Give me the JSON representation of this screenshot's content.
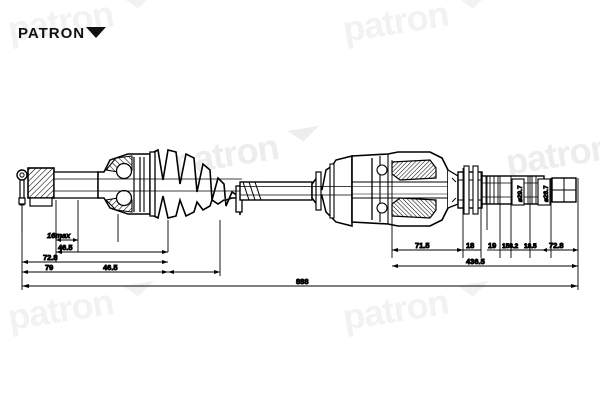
{
  "document": {
    "type": "technical-drawing",
    "subject": "CV joint drive shaft assembly",
    "background_color": "#ffffff",
    "line_color": "#000000",
    "watermark_color": "#f2f2f2"
  },
  "branding": {
    "logo_text": "PATRON",
    "watermark_text": "patron",
    "watermark_count": 6
  },
  "dimensions": {
    "left_group": [
      {
        "label": "16max",
        "italic": true
      },
      {
        "label": "46.5",
        "italic": false
      },
      {
        "label": "72.8",
        "italic": false
      },
      {
        "label": "79",
        "italic": false
      }
    ],
    "left_outer": {
      "label": "46.5"
    },
    "right_group": [
      {
        "label": "71.5"
      },
      {
        "label": "18"
      },
      {
        "label": "19"
      },
      {
        "label": "158.2"
      },
      {
        "label": "18.5"
      },
      {
        "label": "72.8"
      }
    ],
    "right_total": {
      "label": "436.5"
    },
    "overall": {
      "label": "888"
    },
    "diameters": [
      {
        "label": "⌀29.7"
      },
      {
        "label": "⌀26.7"
      }
    ]
  }
}
